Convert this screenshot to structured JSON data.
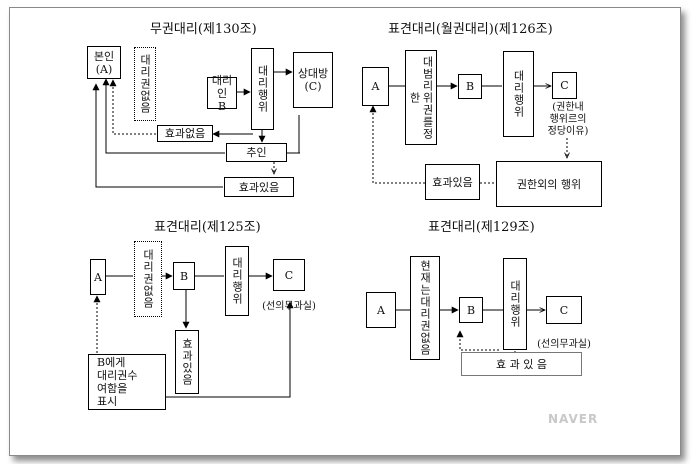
{
  "d1": {
    "title": "무권대리(제130조)",
    "principal": "본인\n(A)",
    "no_authority": "대리권없음",
    "agent": "대리인\nB",
    "agency_act": "대리행위",
    "counterparty": "상대방\n(C)",
    "no_effect": "효과없음",
    "ratification": "추인",
    "has_effect": "효과있음"
  },
  "d2": {
    "title": "표견대리(월권대리)(제126조)",
    "a": "A",
    "basic_authority": "대범리위권를정한",
    "b": "B",
    "agency_act": "대리행위",
    "c": "C",
    "c_note": "(권한내\n행위르의\n정당이유)",
    "has_effect": "효과있음",
    "outside_act": "권한외의 행위"
  },
  "d3": {
    "title": "표견대리(제125조)",
    "a": "A",
    "no_authority": "대리권없음",
    "b": "B",
    "agency_act": "대리행위",
    "c": "C",
    "c_note": "(선의무과실)",
    "has_effect": "효과있음",
    "notice": "B에게\n대리권수\n여함을\n표시"
  },
  "d4": {
    "title": "표견대리(제129조)",
    "a": "A",
    "extinct": "현재는대리권없음",
    "b": "B",
    "agency_act": "대리행위",
    "c": "C",
    "c_note": "(선의무과실)",
    "has_effect": "효 과 있 음"
  },
  "watermark": "NAVER"
}
